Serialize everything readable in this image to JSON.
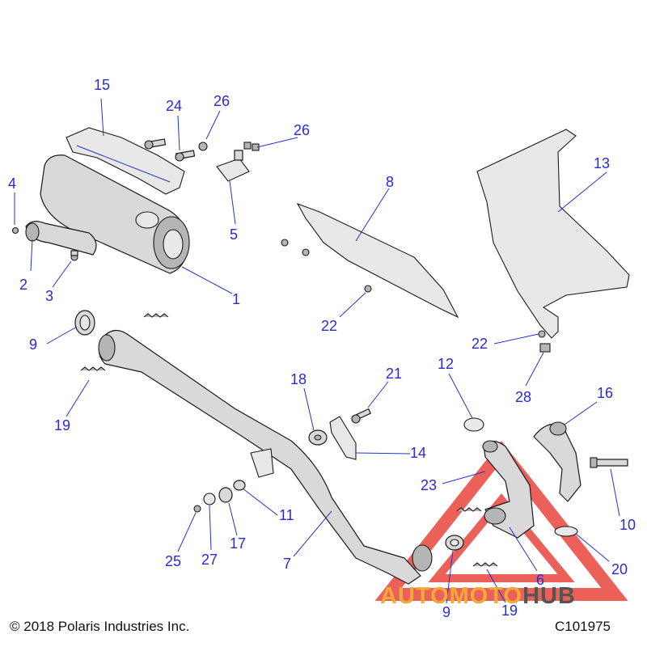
{
  "callouts": {
    "c1": "1",
    "c2": "2",
    "c3": "3",
    "c4": "4",
    "c5": "5",
    "c6": "6",
    "c7": "7",
    "c8": "8",
    "c9a": "9",
    "c9b": "9",
    "c10": "10",
    "c11": "11",
    "c12": "12",
    "c13": "13",
    "c14": "14",
    "c15": "15",
    "c16": "16",
    "c17": "17",
    "c18": "18",
    "c19a": "19",
    "c19b": "19",
    "c20": "20",
    "c21": "21",
    "c22a": "22",
    "c22b": "22",
    "c23": "23",
    "c24": "24",
    "c25": "25",
    "c26a": "26",
    "c26b": "26",
    "c27": "27",
    "c28": "28"
  },
  "footer": {
    "copyright": "© 2018 Polaris Industries Inc.",
    "figure_code": "C101975"
  },
  "watermark": {
    "brand_part1": "AUTOMOTO",
    "brand_part2": "HUB",
    "color_part1": "#f2a93b",
    "color_part2": "#555555",
    "logo_color": "#e8453c"
  },
  "colors": {
    "callout": "#2a2ad6",
    "leader": "#2233cc",
    "line_art": "#1a1a1a"
  }
}
